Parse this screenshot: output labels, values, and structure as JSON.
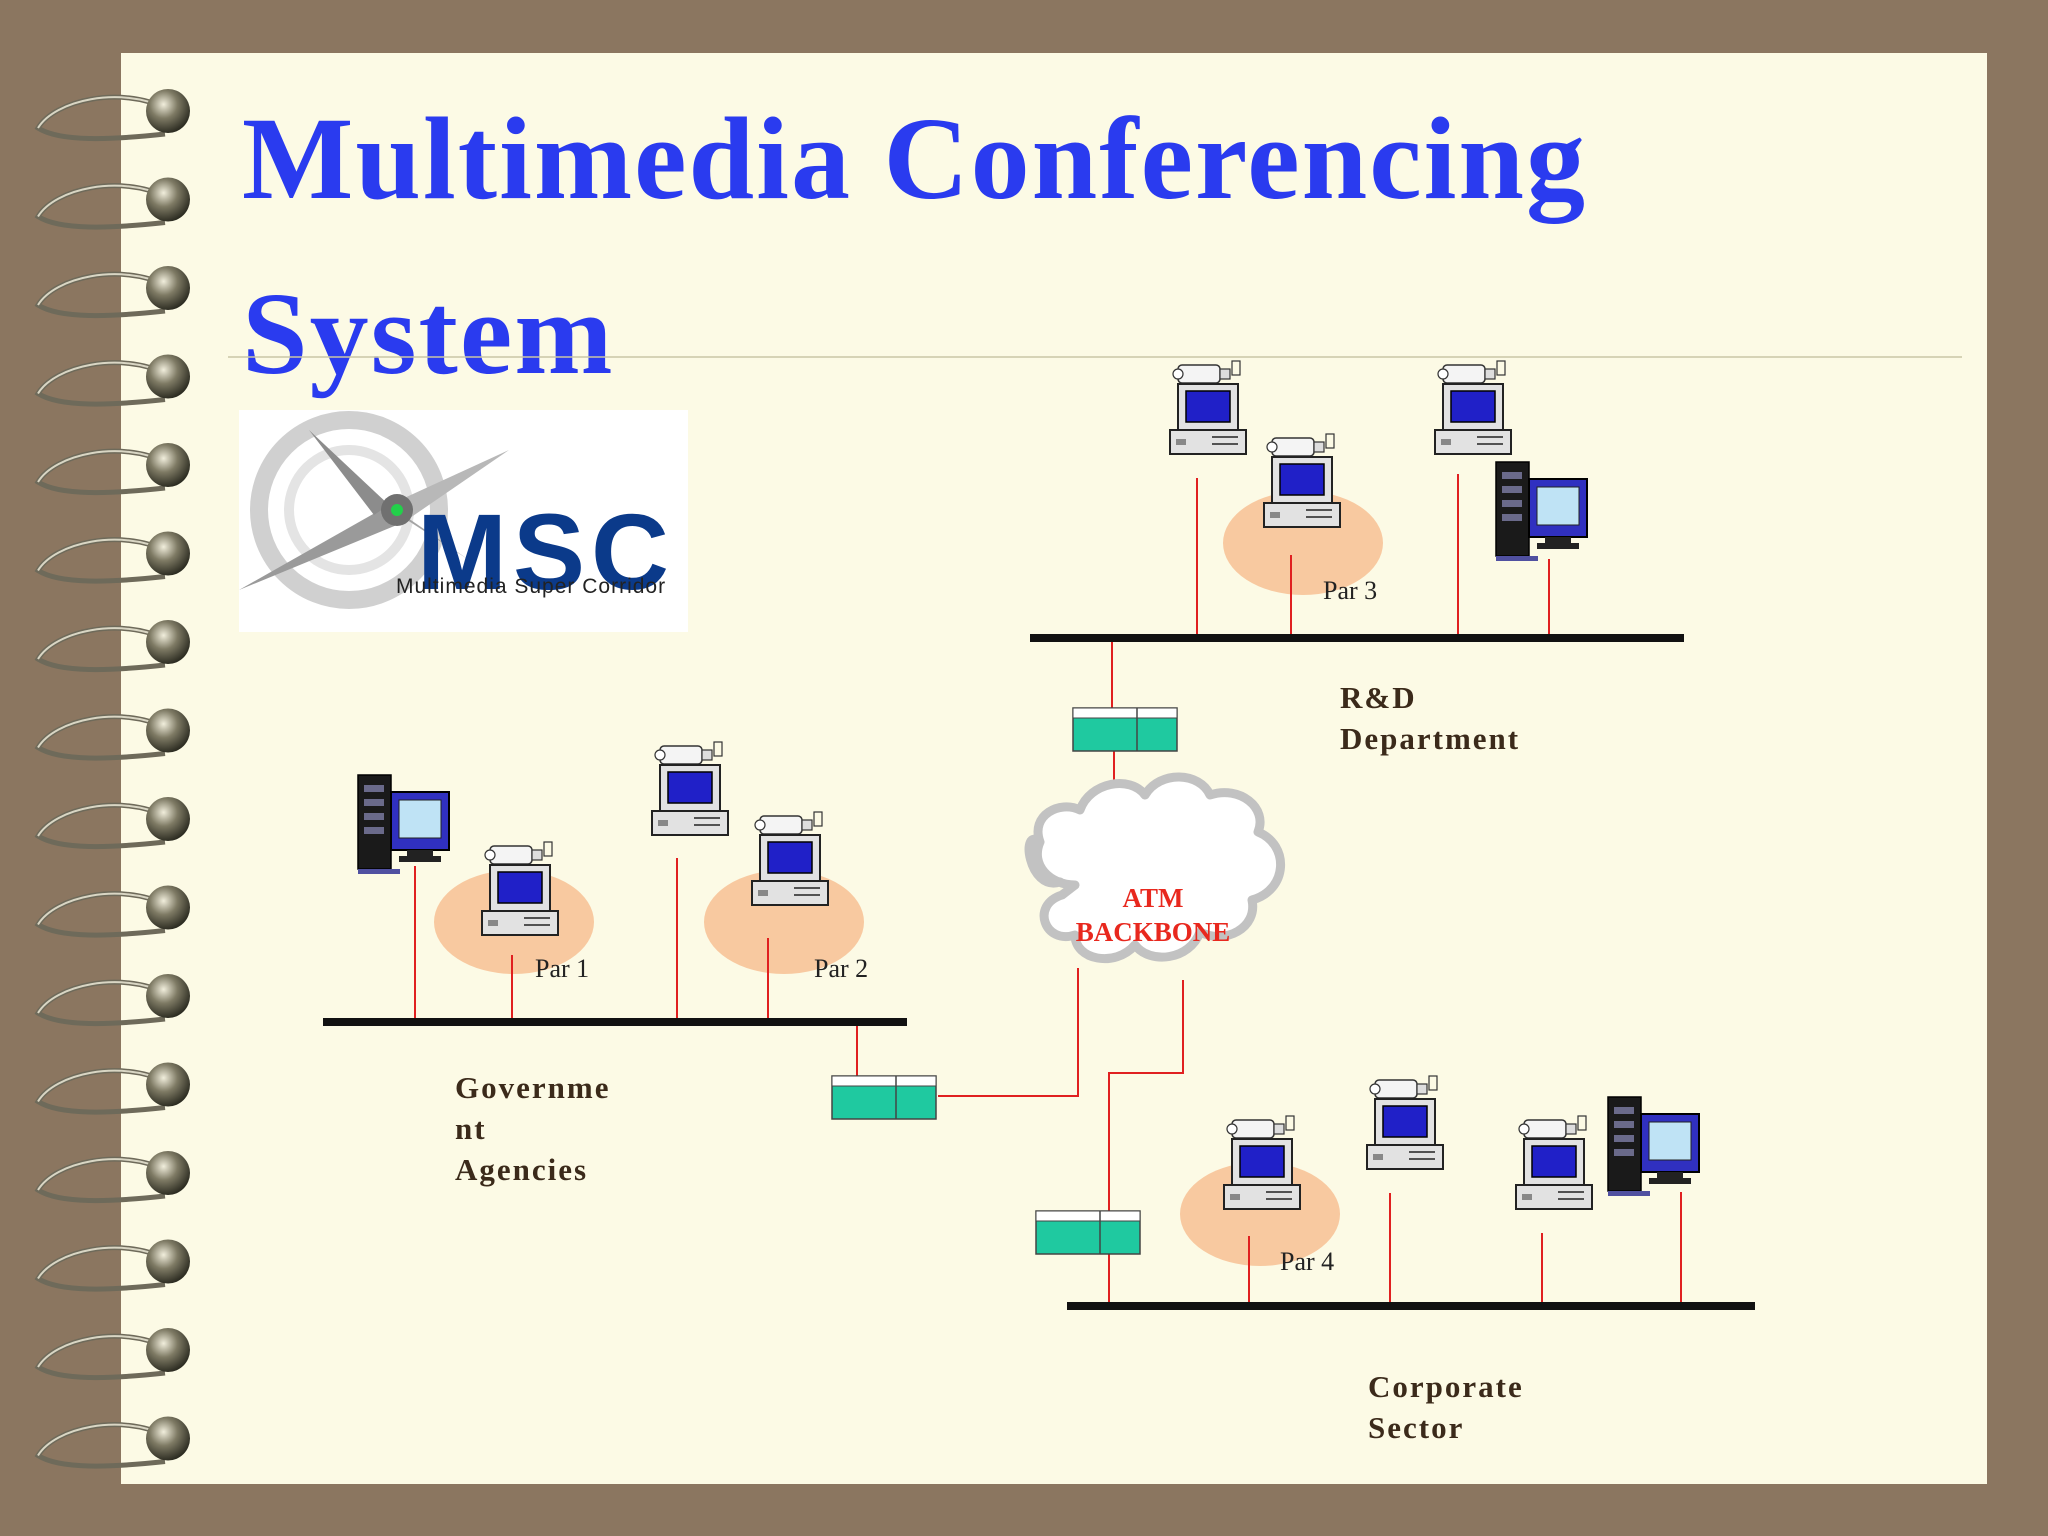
{
  "slide": {
    "title_line1": "Multimedia  Conferencing",
    "title_line2": "System"
  },
  "logo": {
    "name": "MSC",
    "subtitle": "Multimedia  Super  Corridor"
  },
  "backbone": {
    "line1": "ATM",
    "line2": "BACKBONE"
  },
  "segments": {
    "government": {
      "line1": "Governme",
      "line2": "nt",
      "line3": "Agencies"
    },
    "rnd": {
      "line1": "R&D",
      "line2": "Department"
    },
    "corporate": {
      "line1": "Corporate",
      "line2": "Sector"
    }
  },
  "participants": [
    "Par 1",
    "Par 2",
    "Par 3",
    "Par 4"
  ],
  "colors": {
    "background": "#8B7660",
    "paper": "#FCFAE5",
    "title": "#2A3BEF",
    "link": "#E02020",
    "bus": "#111111",
    "participant_halo": "#F8C9A0",
    "switch": "#1FC9A0",
    "backbone_text": "#E8281E"
  }
}
